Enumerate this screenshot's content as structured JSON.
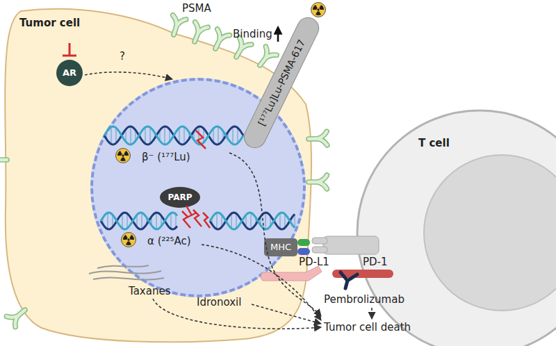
{
  "diagram": {
    "nodes": [
      {
        "text": [
          "Tumor cell"
        ]
      },
      {
        "text": [
          "AR"
        ],
        "in": 0
      },
      {
        "text": [
          "β⁻ (¹⁷⁷Lu)",
          "α (²²⁵Ac)"
        ],
        "in": 0
      },
      {
        "text": [
          "PARP"
        ],
        "in": 2
      },
      {
        "text": [
          "[¹⁷⁷Lu]Lu-PSMA-617"
        ]
      },
      {
        "text": [
          "MHC"
        ]
      },
      {
        "text": [
          "T cell"
        ]
      }
    ],
    "labels": [
      "PSMA",
      "Binding",
      "?",
      "PD-L1",
      "PD-1",
      "Pembrolizumab",
      "Taxanes",
      "Idronoxil",
      "Tumor cell death"
    ]
  }
}
